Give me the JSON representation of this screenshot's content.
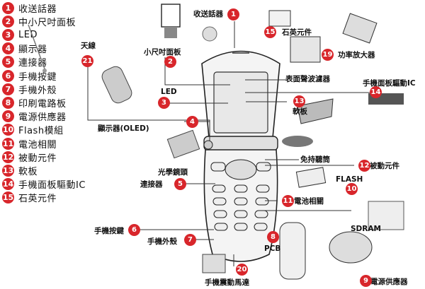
{
  "legend": [
    {
      "n": "1",
      "label": "收送話器"
    },
    {
      "n": "2",
      "label": "中小尺吋面板"
    },
    {
      "n": "3",
      "label": "LED"
    },
    {
      "n": "4",
      "label": "顯示器"
    },
    {
      "n": "5",
      "label": "連接器"
    },
    {
      "n": "6",
      "label": "手機按鍵"
    },
    {
      "n": "7",
      "label": "手機外殼"
    },
    {
      "n": "8",
      "label": "印刷電路板"
    },
    {
      "n": "9",
      "label": "電源供應器"
    },
    {
      "n": "10",
      "label": "Flash模組"
    },
    {
      "n": "11",
      "label": "電池相關"
    },
    {
      "n": "12",
      "label": "被動元件"
    },
    {
      "n": "13",
      "label": "軟板"
    },
    {
      "n": "14",
      "label": "手機面板驅動IC"
    },
    {
      "n": "15",
      "label": "石英元件"
    }
  ],
  "labels": {
    "antenna": "天線",
    "small_panel": "小尺吋面板",
    "receiver": "收送話器",
    "quartz": "石英元件",
    "power_amp": "功率放大器",
    "saw_filter": "表面聲波濾器",
    "led": "LED",
    "display_oled": "顯示器(OLED)",
    "flex": "軟板",
    "driver_ic": "手機面板驅動IC",
    "handsfree": "免持聽筒",
    "passive": "被動元件",
    "optical_lens": "光學鏡頭",
    "connector": "連接器",
    "flash": "FLASH",
    "battery": "電池相關",
    "sdram": "SDRAM",
    "keypad": "手機按鍵",
    "housing": "手機外殼",
    "pcb": "PCB",
    "vibration_motor": "手機震動馬達",
    "power_supply": "電源供應器"
  },
  "markers": {
    "m1": "1",
    "m2": "2",
    "m3": "3",
    "m4": "4",
    "m5": "5",
    "m6": "6",
    "m7": "7",
    "m8": "8",
    "m9": "9",
    "m10": "10",
    "m11": "11",
    "m12": "12",
    "m13": "13",
    "m14": "14",
    "m15": "15",
    "m19": "19",
    "m20": "20",
    "m21": "21"
  },
  "colors": {
    "marker": "#d8262b",
    "line": "#333333"
  }
}
